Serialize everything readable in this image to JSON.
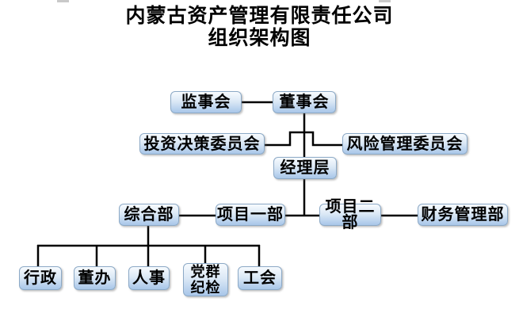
{
  "title": {
    "line1": "内蒙古资产管理有限责任公司",
    "line2": "组织架构图"
  },
  "chart": {
    "type": "org-chart",
    "nodes": {
      "supervisory_board": {
        "label": "监事会"
      },
      "board_of_directors": {
        "label": "董事会"
      },
      "investment_committee": {
        "label": "投资决策委员会"
      },
      "risk_committee": {
        "label": "风险管理委员会"
      },
      "management": {
        "label": "经理层"
      },
      "general_dept": {
        "label": "综合部"
      },
      "project_dept_1": {
        "label": "项目一部"
      },
      "project_dept_2": {
        "label": "项目二部"
      },
      "finance_dept": {
        "label": "财务管理部"
      },
      "admin": {
        "label": "行政"
      },
      "board_office": {
        "label": "董办"
      },
      "hr": {
        "label": "人事"
      },
      "party_discipline": {
        "label": "党群\n纪检"
      },
      "labor_union": {
        "label": "工会"
      }
    },
    "edges": [
      {
        "from": "board_of_directors",
        "to": "supervisory_board",
        "type": "peer"
      },
      {
        "from": "board_of_directors",
        "to": "investment_committee",
        "type": "child"
      },
      {
        "from": "board_of_directors",
        "to": "risk_committee",
        "type": "child"
      },
      {
        "from": "board_of_directors",
        "to": "management",
        "type": "child"
      },
      {
        "from": "management",
        "to": "general_dept",
        "type": "child"
      },
      {
        "from": "management",
        "to": "project_dept_1",
        "type": "child"
      },
      {
        "from": "management",
        "to": "project_dept_2",
        "type": "child"
      },
      {
        "from": "management",
        "to": "finance_dept",
        "type": "child"
      },
      {
        "from": "general_dept",
        "to": "admin",
        "type": "child"
      },
      {
        "from": "general_dept",
        "to": "board_office",
        "type": "child"
      },
      {
        "from": "general_dept",
        "to": "hr",
        "type": "child"
      },
      {
        "from": "general_dept",
        "to": "party_discipline",
        "type": "child"
      },
      {
        "from": "general_dept",
        "to": "labor_union",
        "type": "child"
      }
    ],
    "colors": {
      "node_gradient_top": "#f7fbfe",
      "node_gradient_bottom": "#a8c6e9",
      "node_border": "#8ca9c6",
      "connector_line": "#000000",
      "text": "#000000",
      "background": "#ffffff"
    }
  }
}
